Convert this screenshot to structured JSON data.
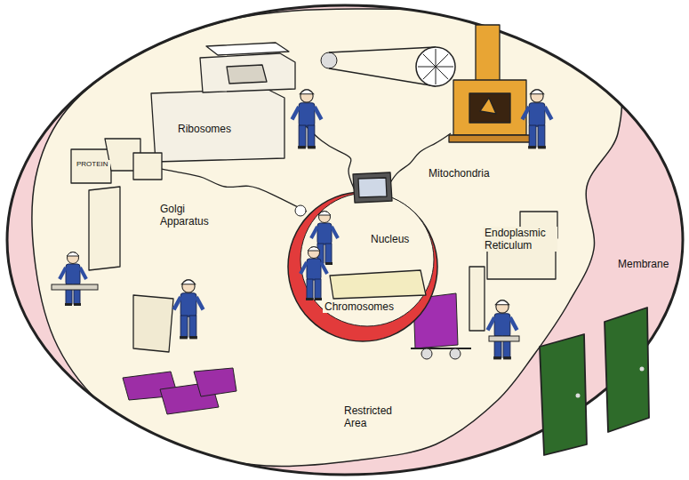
{
  "diagram": {
    "nodes": [
      {
        "text": [
          "Nucleus",
          "Chromosomes"
        ]
      }
    ],
    "labels": [
      "PROTEIN",
      "Ribosomes",
      "Mitochondria",
      "Golgi Apparatus",
      "Endoplasmic Reticulum",
      "Membrane",
      "Restricted Area"
    ]
  }
}
